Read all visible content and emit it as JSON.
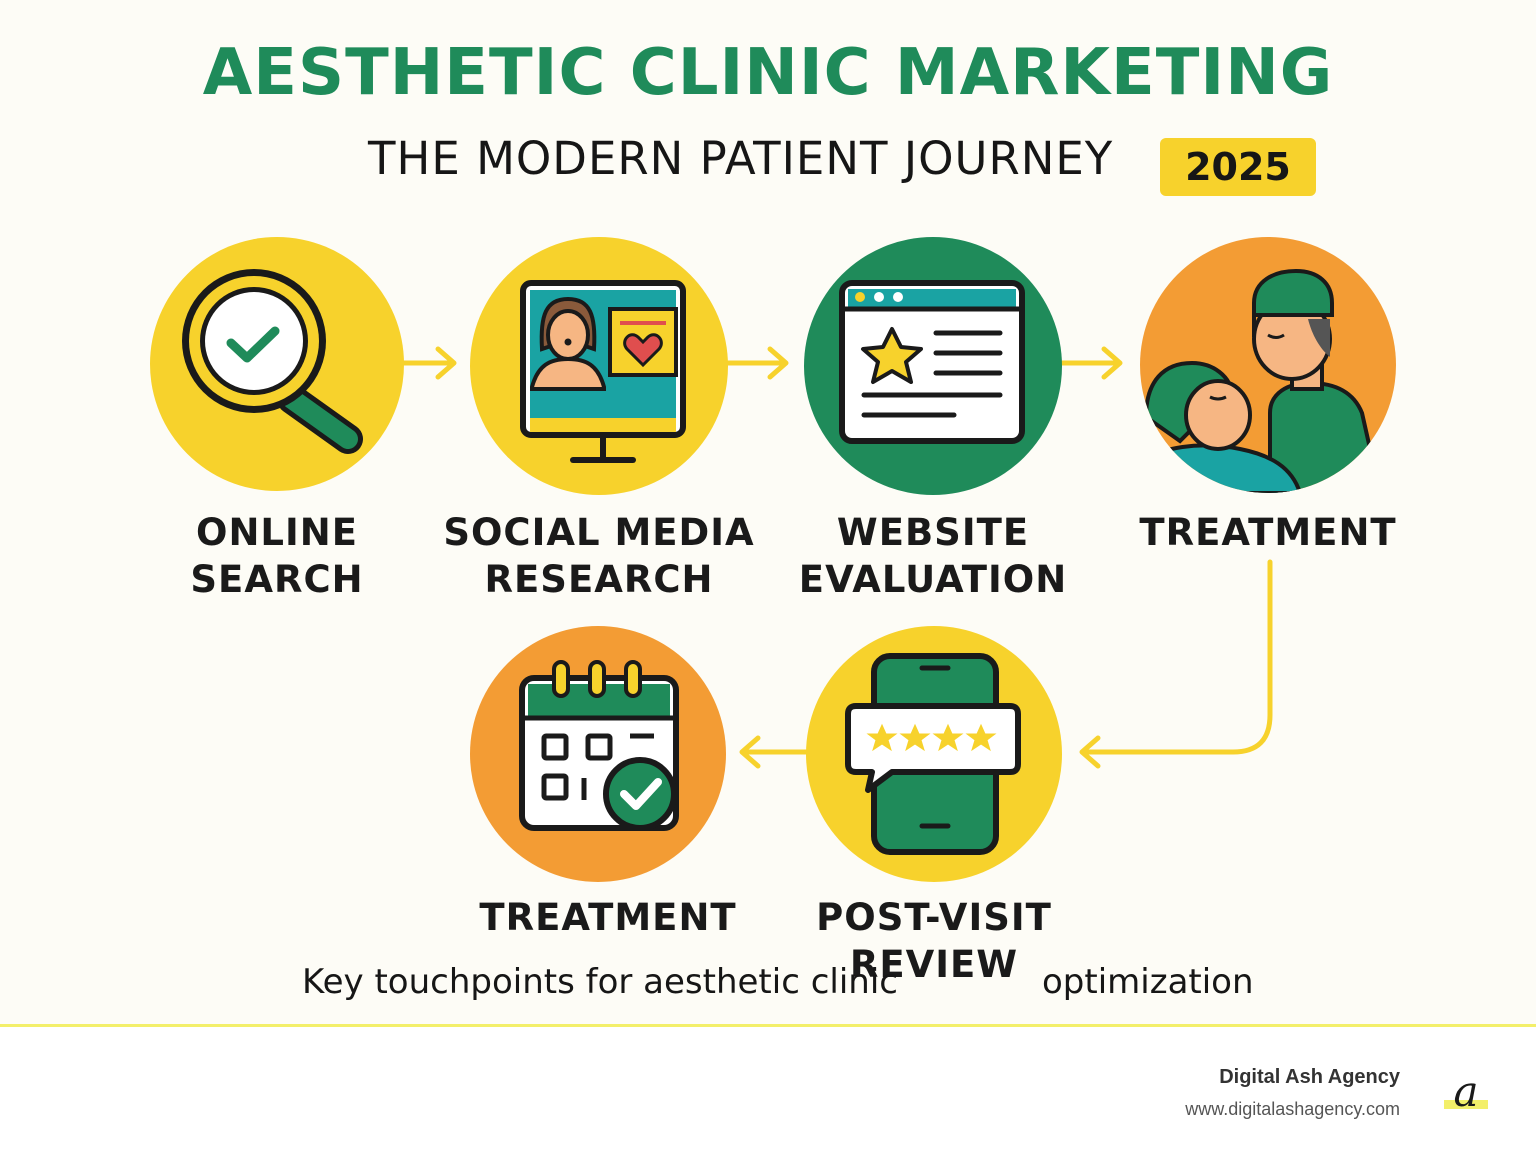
{
  "header": {
    "title": "AESTHETIC CLINIC MARKETING",
    "subtitle": "THE MODERN PATIENT JOURNEY",
    "year": "2025"
  },
  "steps": [
    {
      "label_line1": "ONLINE",
      "label_line2": "SEARCH",
      "icon": "magnifier-check-icon"
    },
    {
      "label_line1": "SOCIAL MEDIA",
      "label_line2": "RESEARCH",
      "icon": "monitor-profile-heart-icon"
    },
    {
      "label_line1": "WEBSITE",
      "label_line2": "EVALUATION",
      "icon": "browser-star-icon"
    },
    {
      "label_line1": "TREATMENT",
      "label_line2": "",
      "icon": "doctor-patient-icon"
    },
    {
      "label_line1": "POST-VISIT",
      "label_line2": "REVIEW",
      "icon": "phone-review-stars-icon"
    },
    {
      "label_line1": "TREATMENT",
      "label_line2": "",
      "icon": "calendar-check-icon"
    }
  ],
  "caption": {
    "left": "Key touchpoints for aesthetic clinic",
    "right": "optimization"
  },
  "footer": {
    "company": "Digital Ash Agency",
    "url": "www.digitalashagency.com",
    "logo_text": "a"
  },
  "colors": {
    "green": "#1f8b5a",
    "yellow": "#f7d22c",
    "orange": "#f39c34",
    "teal": "#1aa3a3",
    "background": "#fdfcf6"
  }
}
